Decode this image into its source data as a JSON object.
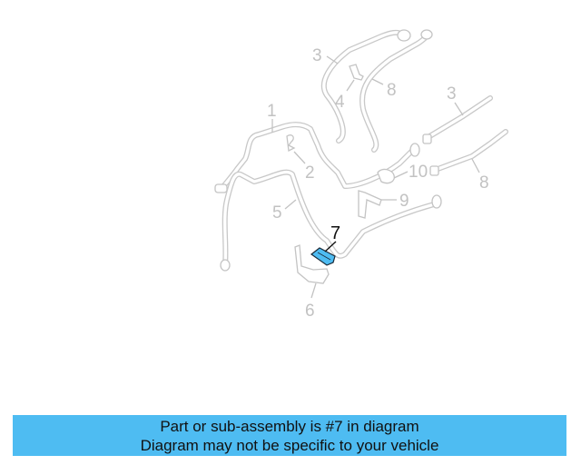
{
  "diagram": {
    "callouts": [
      {
        "id": "1",
        "label": "1"
      },
      {
        "id": "2",
        "label": "2"
      },
      {
        "id": "3a",
        "label": "3"
      },
      {
        "id": "3b",
        "label": "3"
      },
      {
        "id": "4",
        "label": "4"
      },
      {
        "id": "5",
        "label": "5"
      },
      {
        "id": "6",
        "label": "6"
      },
      {
        "id": "7",
        "label": "7",
        "highlighted": true
      },
      {
        "id": "8a",
        "label": "8"
      },
      {
        "id": "8b",
        "label": "8"
      },
      {
        "id": "9",
        "label": "9"
      },
      {
        "id": "10",
        "label": "10"
      }
    ],
    "highlight_color": "#4ebcf2",
    "line_color": "#c8c8c8"
  },
  "banner": {
    "line1": "Part or sub-assembly is #7 in diagram",
    "line2": "Diagram may not be specific to your vehicle",
    "background": "#4ebcf2"
  }
}
